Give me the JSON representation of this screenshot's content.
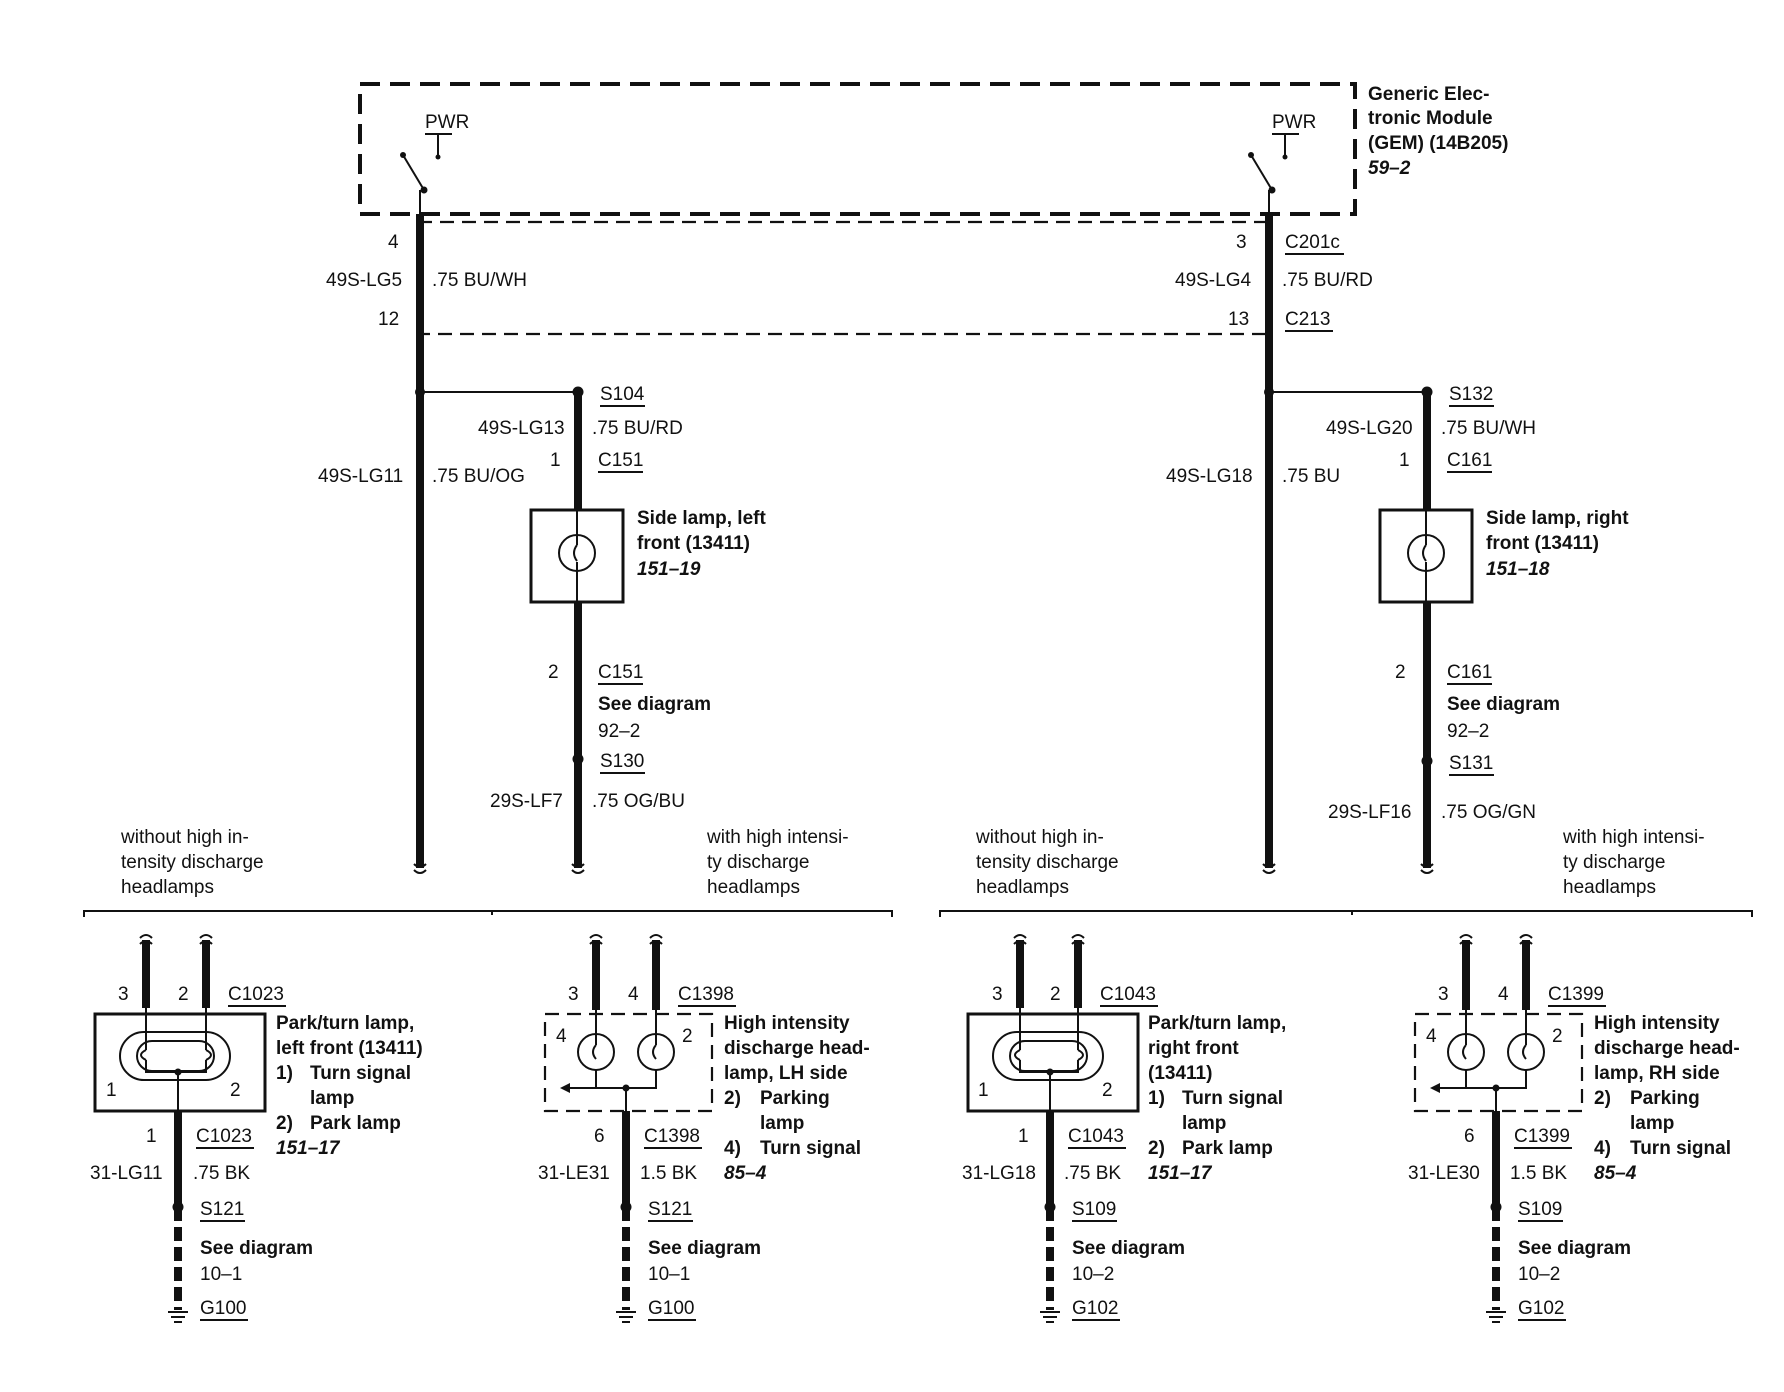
{
  "gem": {
    "lines": [
      "Generic Elec-",
      "tronic Module",
      "(GEM) (14B205)"
    ],
    "ref": "59–2",
    "pwr_left": "PWR",
    "pwr_right": "PWR"
  },
  "left_circuit": {
    "pin_gem": "4",
    "wire_upper": "49S-LG5",
    "color_upper": ".75 BU/WH",
    "pin_c213": "12",
    "wire_main": "49S-LG11",
    "color_main": ".75 BU/OG"
  },
  "right_circuit": {
    "pin_gem": "3",
    "conn_gem": "C201c",
    "wire_upper": "49S-LG4",
    "color_upper": ".75 BU/RD",
    "pin_c213": "13",
    "conn_c213": "C213",
    "wire_main": "49S-LG18",
    "color_main": ".75 BU"
  },
  "side_lamp_left": {
    "splice": "S104",
    "wire_in": "49S-LG13",
    "color_in": ".75 BU/RD",
    "pin_in": "1",
    "conn_in": "C151",
    "title": [
      "Side lamp, left",
      "front (13411)"
    ],
    "ref": "151–19",
    "pin_out": "2",
    "conn_out": "C151",
    "see": "See diagram",
    "see_ref": "92–2",
    "splice_out": "S130",
    "wire_out": "29S-LF7",
    "color_out": ".75 OG/BU"
  },
  "side_lamp_right": {
    "splice": "S132",
    "wire_in": "49S-LG20",
    "color_in": ".75 BU/WH",
    "pin_in": "1",
    "conn_in": "C161",
    "title": [
      "Side lamp, right",
      "front (13411)"
    ],
    "ref": "151–18",
    "pin_out": "2",
    "conn_out": "C161",
    "see": "See diagram",
    "see_ref": "92–2",
    "splice_out": "S131",
    "wire_out": "29S-LF16",
    "color_out": ".75 OG/GN"
  },
  "options": {
    "without": [
      "without high in-",
      "tensity discharge",
      "headlamps"
    ],
    "with": [
      "with high intensi-",
      "ty discharge",
      "headlamps"
    ]
  },
  "park_turn_left": {
    "pin_a": "3",
    "pin_b": "2",
    "conn": "C1023",
    "title": [
      "Park/turn lamp,",
      "left front (13411)"
    ],
    "item1_num": "1)",
    "item1": [
      "Turn signal",
      "lamp"
    ],
    "item2_num": "2)",
    "item2": [
      "Park lamp"
    ],
    "ref": "151–17",
    "inner_1": "1",
    "inner_2": "2",
    "pin_out": "1",
    "conn_out": "C1023",
    "wire_out": "31-LG11",
    "color_out": ".75 BK",
    "splice": "S121",
    "see": "See diagram",
    "see_ref": "10–1",
    "ground": "G100"
  },
  "hid_left": {
    "pin_a": "3",
    "pin_b": "4",
    "conn": "C1398",
    "title": [
      "High intensity",
      "discharge head-",
      "lamp, LH side"
    ],
    "item1_num": "2)",
    "item1": [
      "Parking",
      "lamp"
    ],
    "item2_num": "4)",
    "item2": [
      "Turn signal"
    ],
    "ref": "85–4",
    "inner_4": "4",
    "inner_2": "2",
    "pin_out": "6",
    "conn_out": "C1398",
    "wire_out": "31-LE31",
    "color_out": "1.5 BK",
    "splice": "S121",
    "see": "See diagram",
    "see_ref": "10–1",
    "ground": "G100"
  },
  "park_turn_right": {
    "pin_a": "3",
    "pin_b": "2",
    "conn": "C1043",
    "title": [
      "Park/turn lamp,",
      "right front",
      "(13411)"
    ],
    "item1_num": "1)",
    "item1": [
      "Turn signal",
      "lamp"
    ],
    "item2_num": "2)",
    "item2": [
      "Park lamp"
    ],
    "ref": "151–17",
    "inner_1": "1",
    "inner_2": "2",
    "pin_out": "1",
    "conn_out": "C1043",
    "wire_out": "31-LG18",
    "color_out": ".75 BK",
    "splice": "S109",
    "see": "See diagram",
    "see_ref": "10–2",
    "ground": "G102"
  },
  "hid_right": {
    "pin_a": "3",
    "pin_b": "4",
    "conn": "C1399",
    "title": [
      "High intensity",
      "discharge head-",
      "lamp, RH side"
    ],
    "item1_num": "2)",
    "item1": [
      "Parking",
      "lamp"
    ],
    "item2_num": "4)",
    "item2": [
      "Turn signal"
    ],
    "ref": "85–4",
    "inner_4": "4",
    "inner_2": "2",
    "pin_out": "6",
    "conn_out": "C1399",
    "wire_out": "31-LE30",
    "color_out": "1.5 BK",
    "splice": "S109",
    "see": "See diagram",
    "see_ref": "10–2",
    "ground": "G102"
  }
}
